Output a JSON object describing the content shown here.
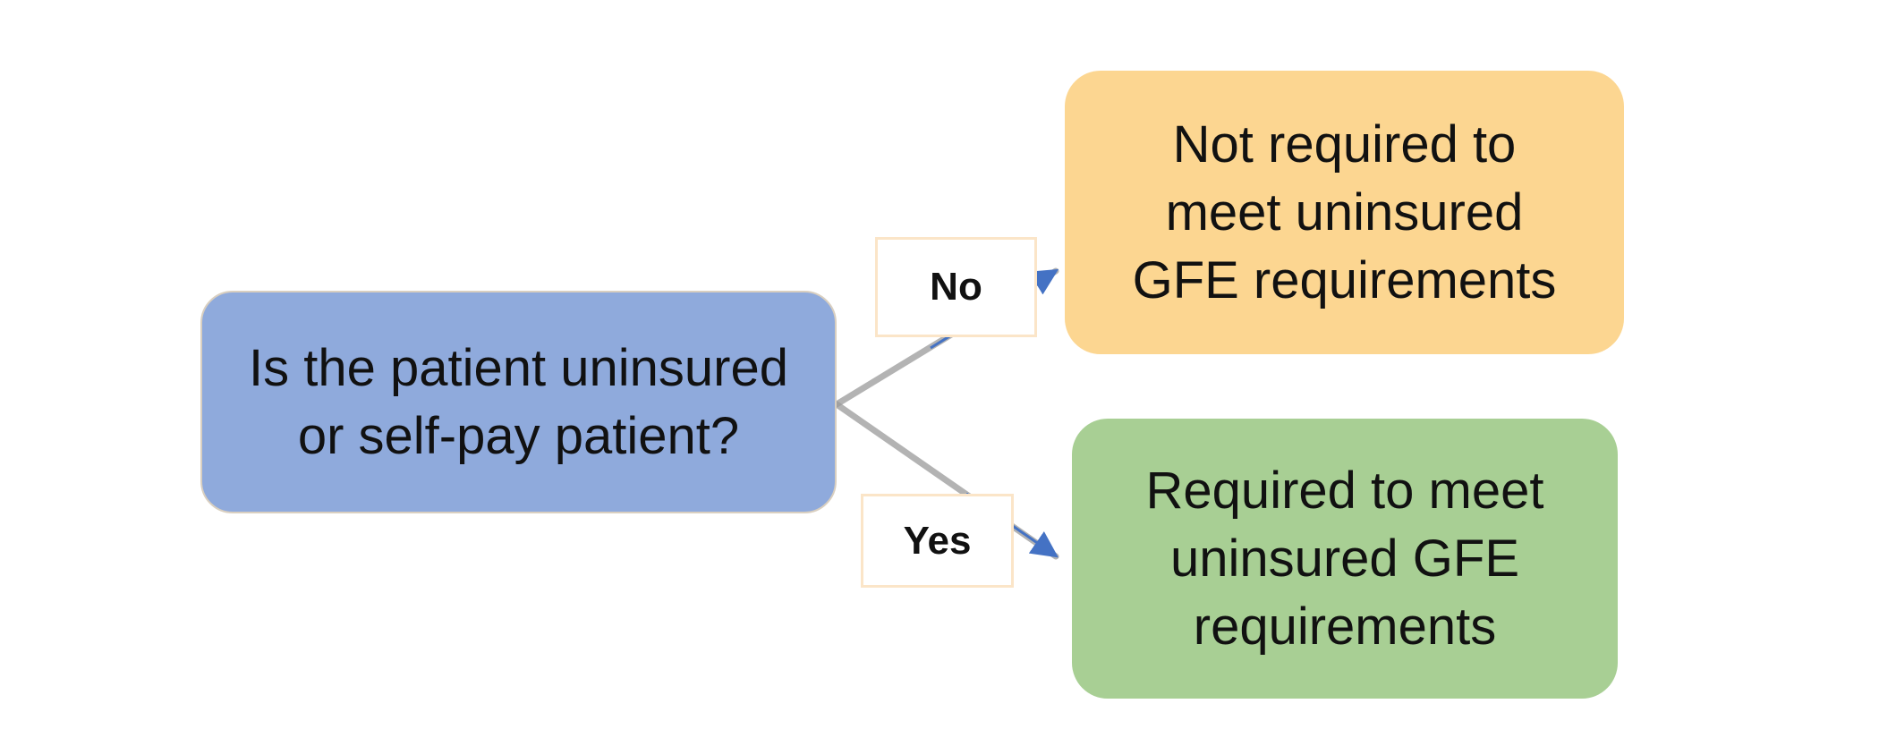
{
  "nodes": {
    "question": {
      "text": "Is the patient uninsured\nor self-pay patient?",
      "color": "#8faadc"
    },
    "not_required": {
      "text": "Not required to\nmeet uninsured\nGFE requirements",
      "color": "#fcd691"
    },
    "required": {
      "text": "Required to meet\nuninsured GFE\nrequirements",
      "color": "#a8cf94"
    }
  },
  "edges": [
    {
      "from": "question",
      "to": "not_required",
      "label": "No"
    },
    {
      "from": "question",
      "to": "required",
      "label": "Yes"
    }
  ],
  "colors": {
    "arrow": "#4472c4",
    "arrow_shadow": "#9a9a9a",
    "label_border": "#fbe5c8"
  }
}
